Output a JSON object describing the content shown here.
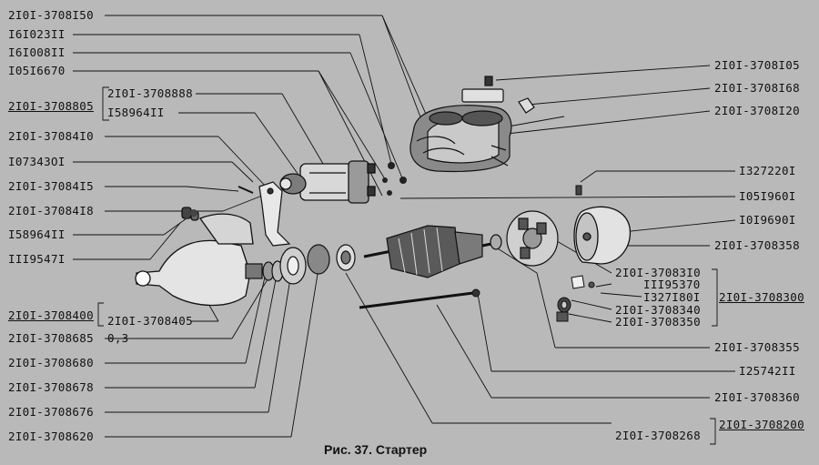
{
  "caption": "Рис. 37. Стартер",
  "left_labels": [
    "2I0I-3708I50",
    "I6I023II",
    "I6I008II",
    "I05I6670",
    "2I0I-3708805",
    "2I0I-3708888",
    "I58964II",
    "2I0I-37084I0",
    "I07343OI",
    "2I0I-37084I5",
    "2I0I-37084I8",
    "I58964II",
    "III9547I",
    "2I0I-3708400",
    "2I0I-3708405",
    "2I0I-3708685",
    "0,3",
    "2I0I-3708680",
    "2I0I-3708678",
    "2I0I-3708676",
    "2I0I-3708620"
  ],
  "right_labels": [
    "2I0I-3708I05",
    "2I0I-3708I68",
    "2I0I-3708I20",
    "I327220I",
    "I05I960I",
    "I0I9690I",
    "2I0I-3708358",
    "2I0I-37083I0",
    "III95370",
    "I327I80I",
    "2I0I-3708300",
    "2I0I-3708340",
    "2I0I-3708350",
    "2I0I-3708355",
    "I25742II",
    "2I0I-3708360",
    "2I0I-3708268",
    "2I0I-3708200"
  ]
}
